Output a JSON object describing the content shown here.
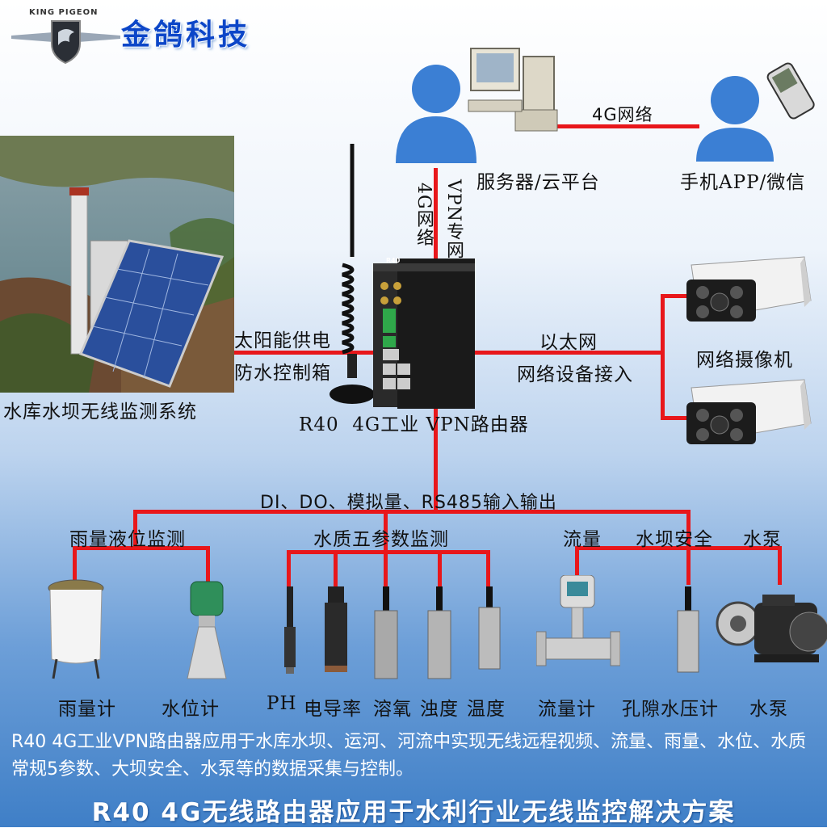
{
  "brand": {
    "en": "KING PIGEON",
    "cn": "金鸽科技"
  },
  "top": {
    "server_label": "服务器/云平台",
    "mobile_label": "手机APP/微信",
    "link_4g": "4G网络",
    "vert_4g": "4G网络",
    "vert_vpn": "VPN专网"
  },
  "left": {
    "photo_caption": "水库水坝无线监测系统",
    "solar_1": "太阳能供电",
    "solar_2": "防水控制箱"
  },
  "router": {
    "label": "R40  4G工业 VPN路由器",
    "model": "R40"
  },
  "right": {
    "eth_1": "以太网",
    "eth_2": "网络设备接入",
    "camera_label": "网络摄像机"
  },
  "bus_label": "DI、DO、模拟量、RS485输入输出",
  "groups": {
    "rain_level": "雨量液位监测",
    "water_quality": "水质五参数监测",
    "flow": "流量",
    "dam": "水坝安全",
    "pump": "水泵"
  },
  "devices": {
    "rain_gauge": "雨量计",
    "level_meter": "水位计",
    "ph": "PH",
    "conductivity": "电导率",
    "dissolved_oxygen": "溶氧",
    "turbidity": "浊度",
    "temperature": "温度",
    "flow_meter": "流量计",
    "piezometer": "孔隙水压计",
    "pump": "水泵"
  },
  "description": "R40 4G工业VPN路由器应用于水库水坝、运河、河流中实现无线远程视频、流量、雨量、水位、水质常规5参数、大坝安全、水泵等的数据采集与控制。",
  "footer": "R40 4G无线路由器应用于水利行业无线监控解决方案",
  "colors": {
    "line": "#e8171b",
    "brand": "#0c46c8"
  }
}
